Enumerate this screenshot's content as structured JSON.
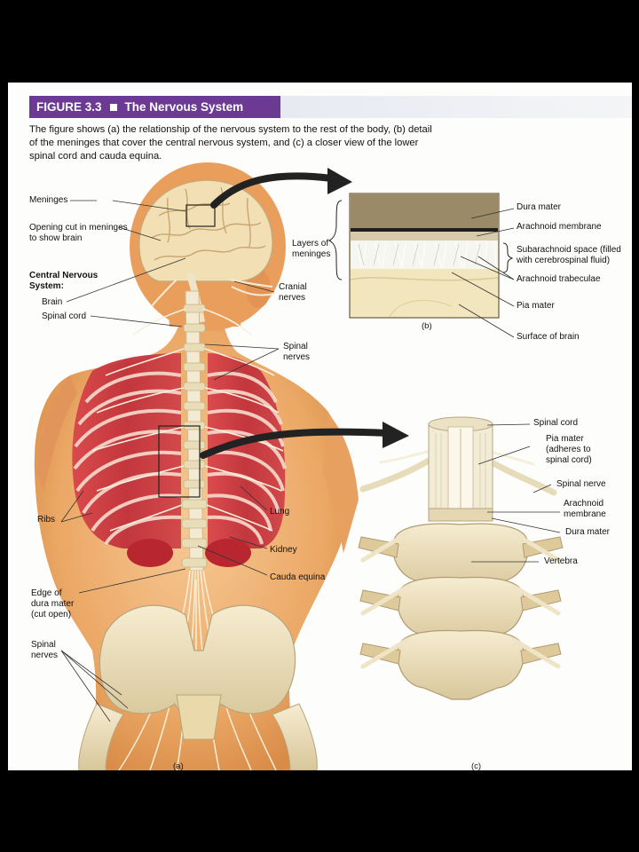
{
  "figure": {
    "number": "FIGURE 3.3",
    "title": "The Nervous System",
    "caption_lines": [
      "The figure shows (a) the relationship of the nervous system to the rest of the body, (b) detail",
      "of the meninges that cover the central nervous system, and (c) a closer view of the lower",
      "spinal cord and cauda equina."
    ]
  },
  "panel_a": {
    "letter": "(a)",
    "labels": {
      "meninges": "Meninges",
      "opening_cut_1": "Opening cut in meninges",
      "opening_cut_2": "to show brain",
      "cns_1": "Central Nervous",
      "cns_2": "System:",
      "brain": "Brain",
      "spinal_cord": "Spinal cord",
      "cranial_1": "Cranial",
      "cranial_2": "nerves",
      "spinal_nerves_1": "Spinal",
      "spinal_nerves_2": "nerves",
      "ribs": "Ribs",
      "lung": "Lung",
      "kidney": "Kidney",
      "cauda_equina": "Cauda equina",
      "edge_dura_1": "Edge of",
      "edge_dura_2": "dura mater",
      "edge_dura_3": "(cut open)",
      "spinal_nerves_low_1": "Spinal",
      "spinal_nerves_low_2": "nerves"
    }
  },
  "panel_b": {
    "letter": "(b)",
    "labels": {
      "layers_1": "Layers of",
      "layers_2": "meninges",
      "dura": "Dura mater",
      "arachnoid": "Arachnoid membrane",
      "subarachnoid_1": "Subarachnoid space (filled",
      "subarachnoid_2": "with cerebrospinal fluid)",
      "trabeculae": "Arachnoid trabeculae",
      "pia": "Pia mater",
      "surface": "Surface of brain"
    }
  },
  "panel_c": {
    "letter": "(c)",
    "labels": {
      "spinal_cord": "Spinal cord",
      "pia_1": "Pia mater",
      "pia_2": "(adheres to",
      "pia_3": "spinal cord)",
      "spinal_nerve": "Spinal nerve",
      "arachnoid_1": "Arachnoid",
      "arachnoid_2": "membrane",
      "dura": "Dura mater",
      "vertebra": "Vertebra"
    }
  }
}
